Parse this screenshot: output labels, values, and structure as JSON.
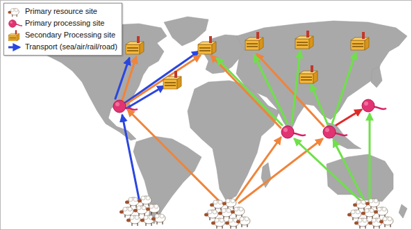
{
  "diagram": {
    "legend": [
      {
        "text": "Primary resource site"
      },
      {
        "text": "Primary processing site"
      },
      {
        "text": "Secondary Processing site"
      },
      {
        "text": "Transport (sea/air/rail/road)"
      }
    ]
  }
}
